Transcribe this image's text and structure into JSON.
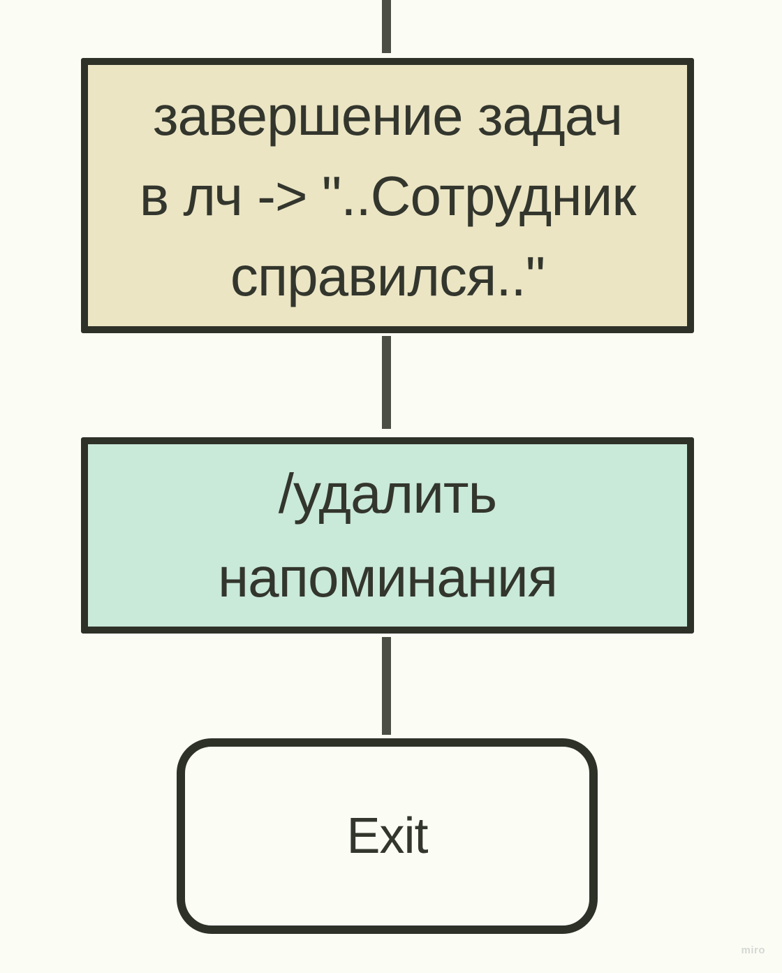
{
  "page": {
    "background_color": "#fbfdf5",
    "watermark": "miro"
  },
  "diagram": {
    "connector_color": "#4b4e44",
    "border_color": "#2e3128",
    "text_color": "#33362d",
    "nodes": [
      {
        "id": "task-completion",
        "type": "process",
        "fill": "#ebe5c4",
        "label": "завершение задач\nв лч -> \"..Сотрудник\nсправился..\""
      },
      {
        "id": "delete-reminders",
        "type": "process",
        "fill": "#c9e9d9",
        "label": "/удалить\nнапоминания"
      },
      {
        "id": "exit",
        "type": "terminator",
        "fill": "#fbfdf5",
        "label": "Exit"
      }
    ],
    "connectors": [
      {
        "from": "off-screen-top",
        "to": "task-completion"
      },
      {
        "from": "task-completion",
        "to": "delete-reminders"
      },
      {
        "from": "delete-reminders",
        "to": "exit"
      }
    ]
  }
}
